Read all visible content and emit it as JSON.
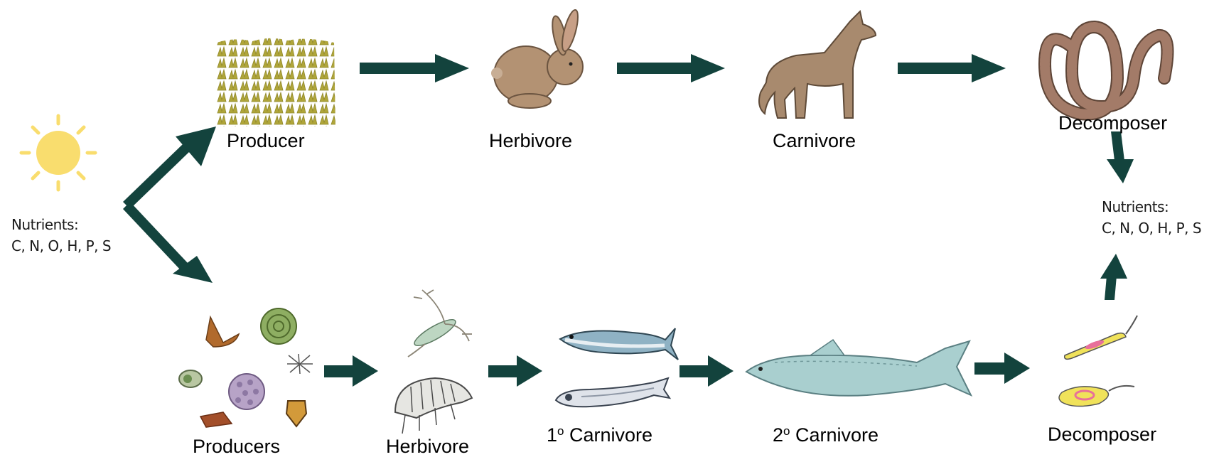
{
  "colors": {
    "arrow": "#13433d",
    "sun": "#f9dd6e",
    "grass": "#b0a63a",
    "rabbit": "#b39273",
    "coyote": "#a88a6e",
    "worm": "#a37b68",
    "fish": "#a9cfcf",
    "sardine": "#8fb2c4"
  },
  "nutrients_left": {
    "line1": "Nutrients:",
    "line2": "C, N, O, H, P, S"
  },
  "nutrients_right": {
    "line1": "Nutrients:",
    "line2": "C, N, O, H, P, S"
  },
  "top_chain": {
    "producer": "Producer",
    "herbivore": "Herbivore",
    "carnivore": "Carnivore",
    "decomposer": "Decomposer"
  },
  "bottom_chain": {
    "producers": "Producers",
    "herbivore": "Herbivore",
    "carnivore1_num": "1",
    "carnivore1_sup": "o",
    "carnivore1_text": " Carnivore",
    "carnivore2_num": "2",
    "carnivore2_sup": "o",
    "carnivore2_text": " Carnivore",
    "decomposer": "Decomposer"
  },
  "icons": [
    "sun-icon",
    "grass-icon",
    "rabbit-icon",
    "coyote-icon",
    "earthworm-icon",
    "phytoplankton-icon",
    "zooplankton-icon",
    "amphipod-icon",
    "sardine-icon",
    "anchovy-icon",
    "mackerel-icon",
    "bacteria-icon"
  ]
}
